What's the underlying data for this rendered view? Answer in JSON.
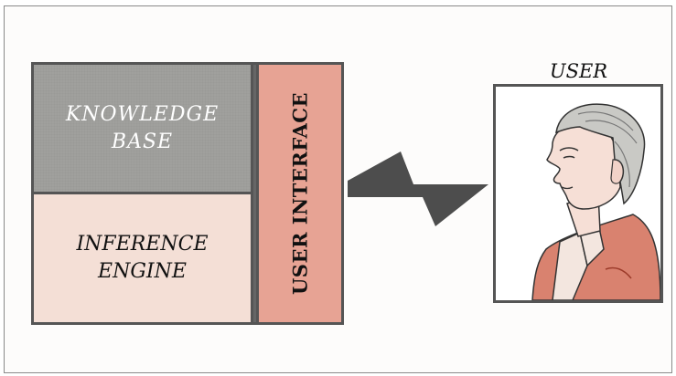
{
  "diagram": {
    "knowledge_base": {
      "line1": "KNOWLEDGE",
      "line2": "BASE"
    },
    "inference_engine": {
      "line1": "INFERENCE",
      "line2": "ENGINE"
    },
    "user_interface": {
      "label": "USER INTERFACE"
    },
    "user": {
      "title": "USER",
      "picture": "user-portrait-illustration"
    },
    "connector": {
      "icon": "lightning-bolt-icon"
    }
  },
  "colors": {
    "knowledge_base_fill": "#a0a09d",
    "inference_engine_fill": "#f4dfd6",
    "user_interface_fill": "#e7a394",
    "border": "#555555",
    "bolt": "#4d4d4d"
  }
}
